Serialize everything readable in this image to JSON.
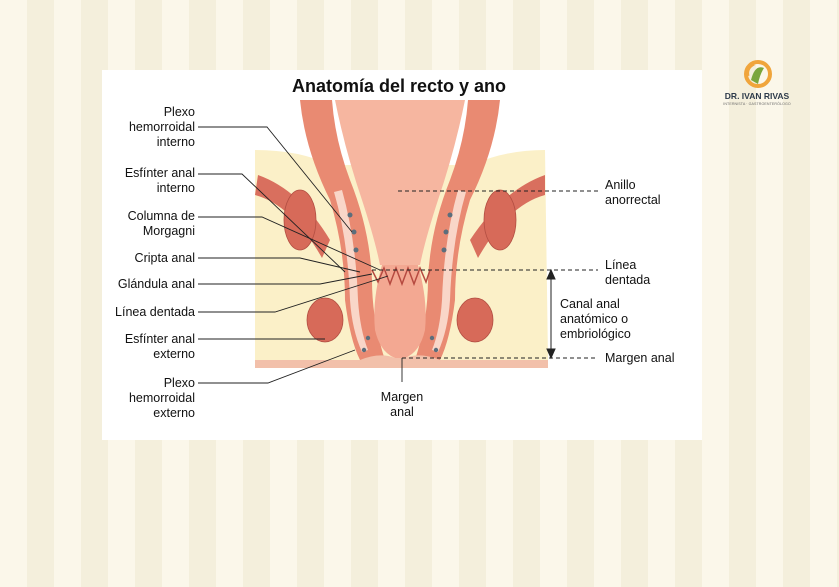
{
  "title": "Anatomía del recto y ano",
  "labels_left": {
    "plexo_interno": "Plexo\nhemorroidal\ninterno",
    "esfinter_interno": "Esfínter anal\ninterno",
    "columna_morgagni": "Columna de\nMorgagni",
    "cripta_anal": "Cripta anal",
    "glandula_anal": "Glándula anal",
    "linea_dentada": "Línea dentada",
    "esfinter_externo": "Esfínter anal\nexterno",
    "plexo_externo": "Plexo\nhemorroidal\nexterno"
  },
  "labels_right": {
    "anillo": "Anillo\nanorrectal",
    "linea_dentada": "Línea\ndentada",
    "canal": "Canal anal\nanatómico o\nembriológico",
    "margen": "Margen anal"
  },
  "label_bottom": {
    "margen": "Margen\nanal"
  },
  "brand": {
    "name": "DR. IVAN RIVAS",
    "subtitle": "INTERNISTA · GASTROENTERÓLOGO",
    "colors": {
      "orange": "#f0a53c",
      "green": "#7aa63c",
      "navy": "#2d3a4a"
    }
  },
  "colors": {
    "tissue_light": "#f6b6a0",
    "tissue_mid": "#e98a72",
    "tissue_dark": "#c8584a",
    "fat": "#fbf0c8"
  }
}
